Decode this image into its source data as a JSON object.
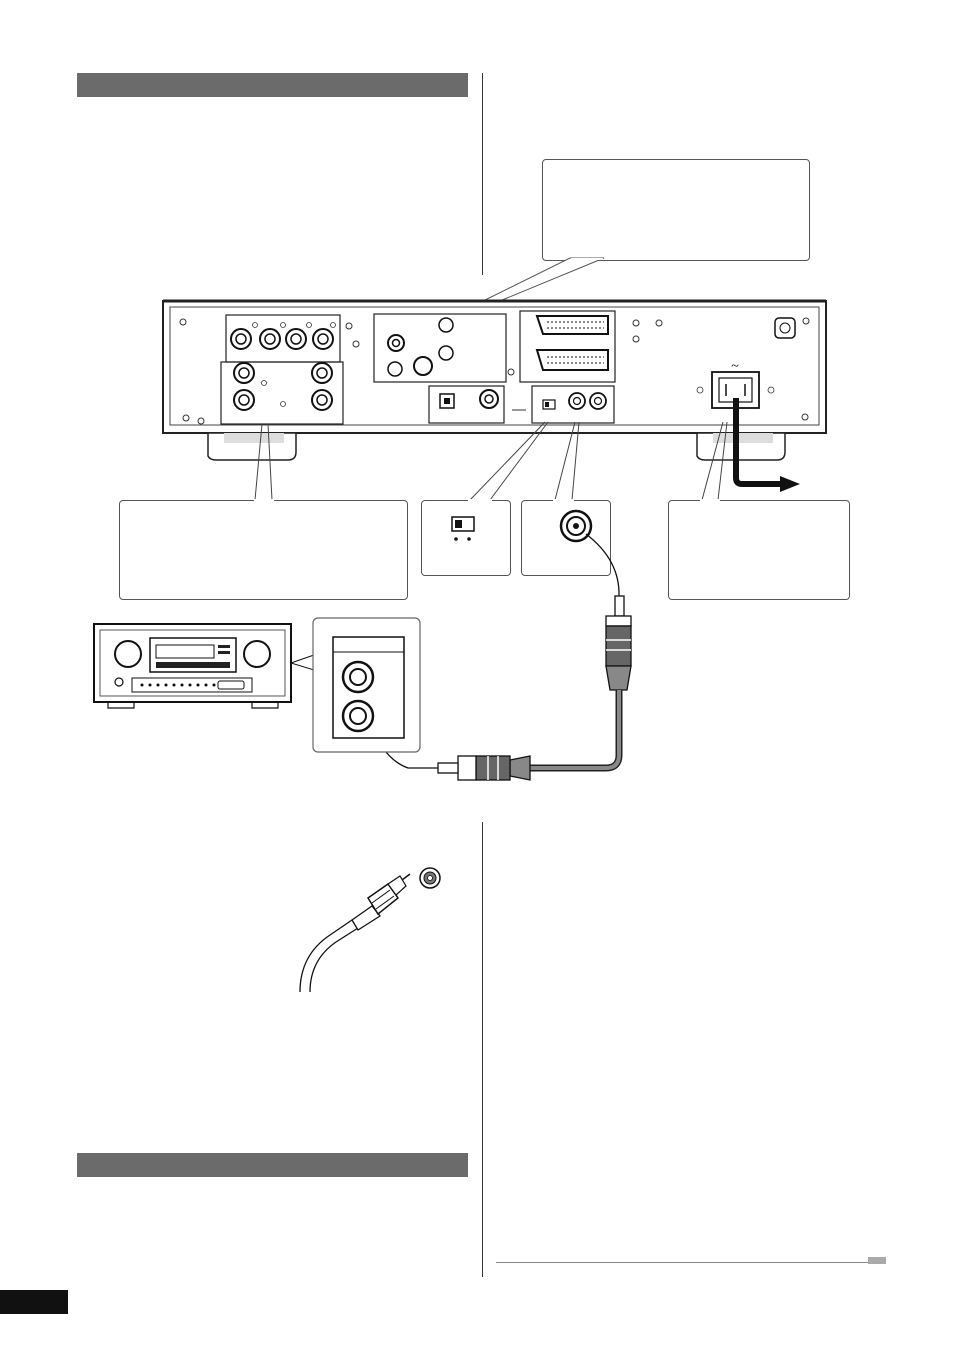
{
  "page": {
    "sections": [
      {
        "title": ""
      },
      {
        "title": ""
      }
    ],
    "callouts": [
      {
        "text": ""
      },
      {
        "text": ""
      },
      {
        "text": ""
      },
      {
        "text": ""
      },
      {
        "text": ""
      }
    ],
    "footer": {
      "page_number": ""
    }
  },
  "figure": {
    "power_symbol": "~",
    "icons": [
      "dvd-player-rear-panel",
      "av-receiver",
      "coaxial-cable",
      "power-cord",
      "rca-plug"
    ]
  }
}
